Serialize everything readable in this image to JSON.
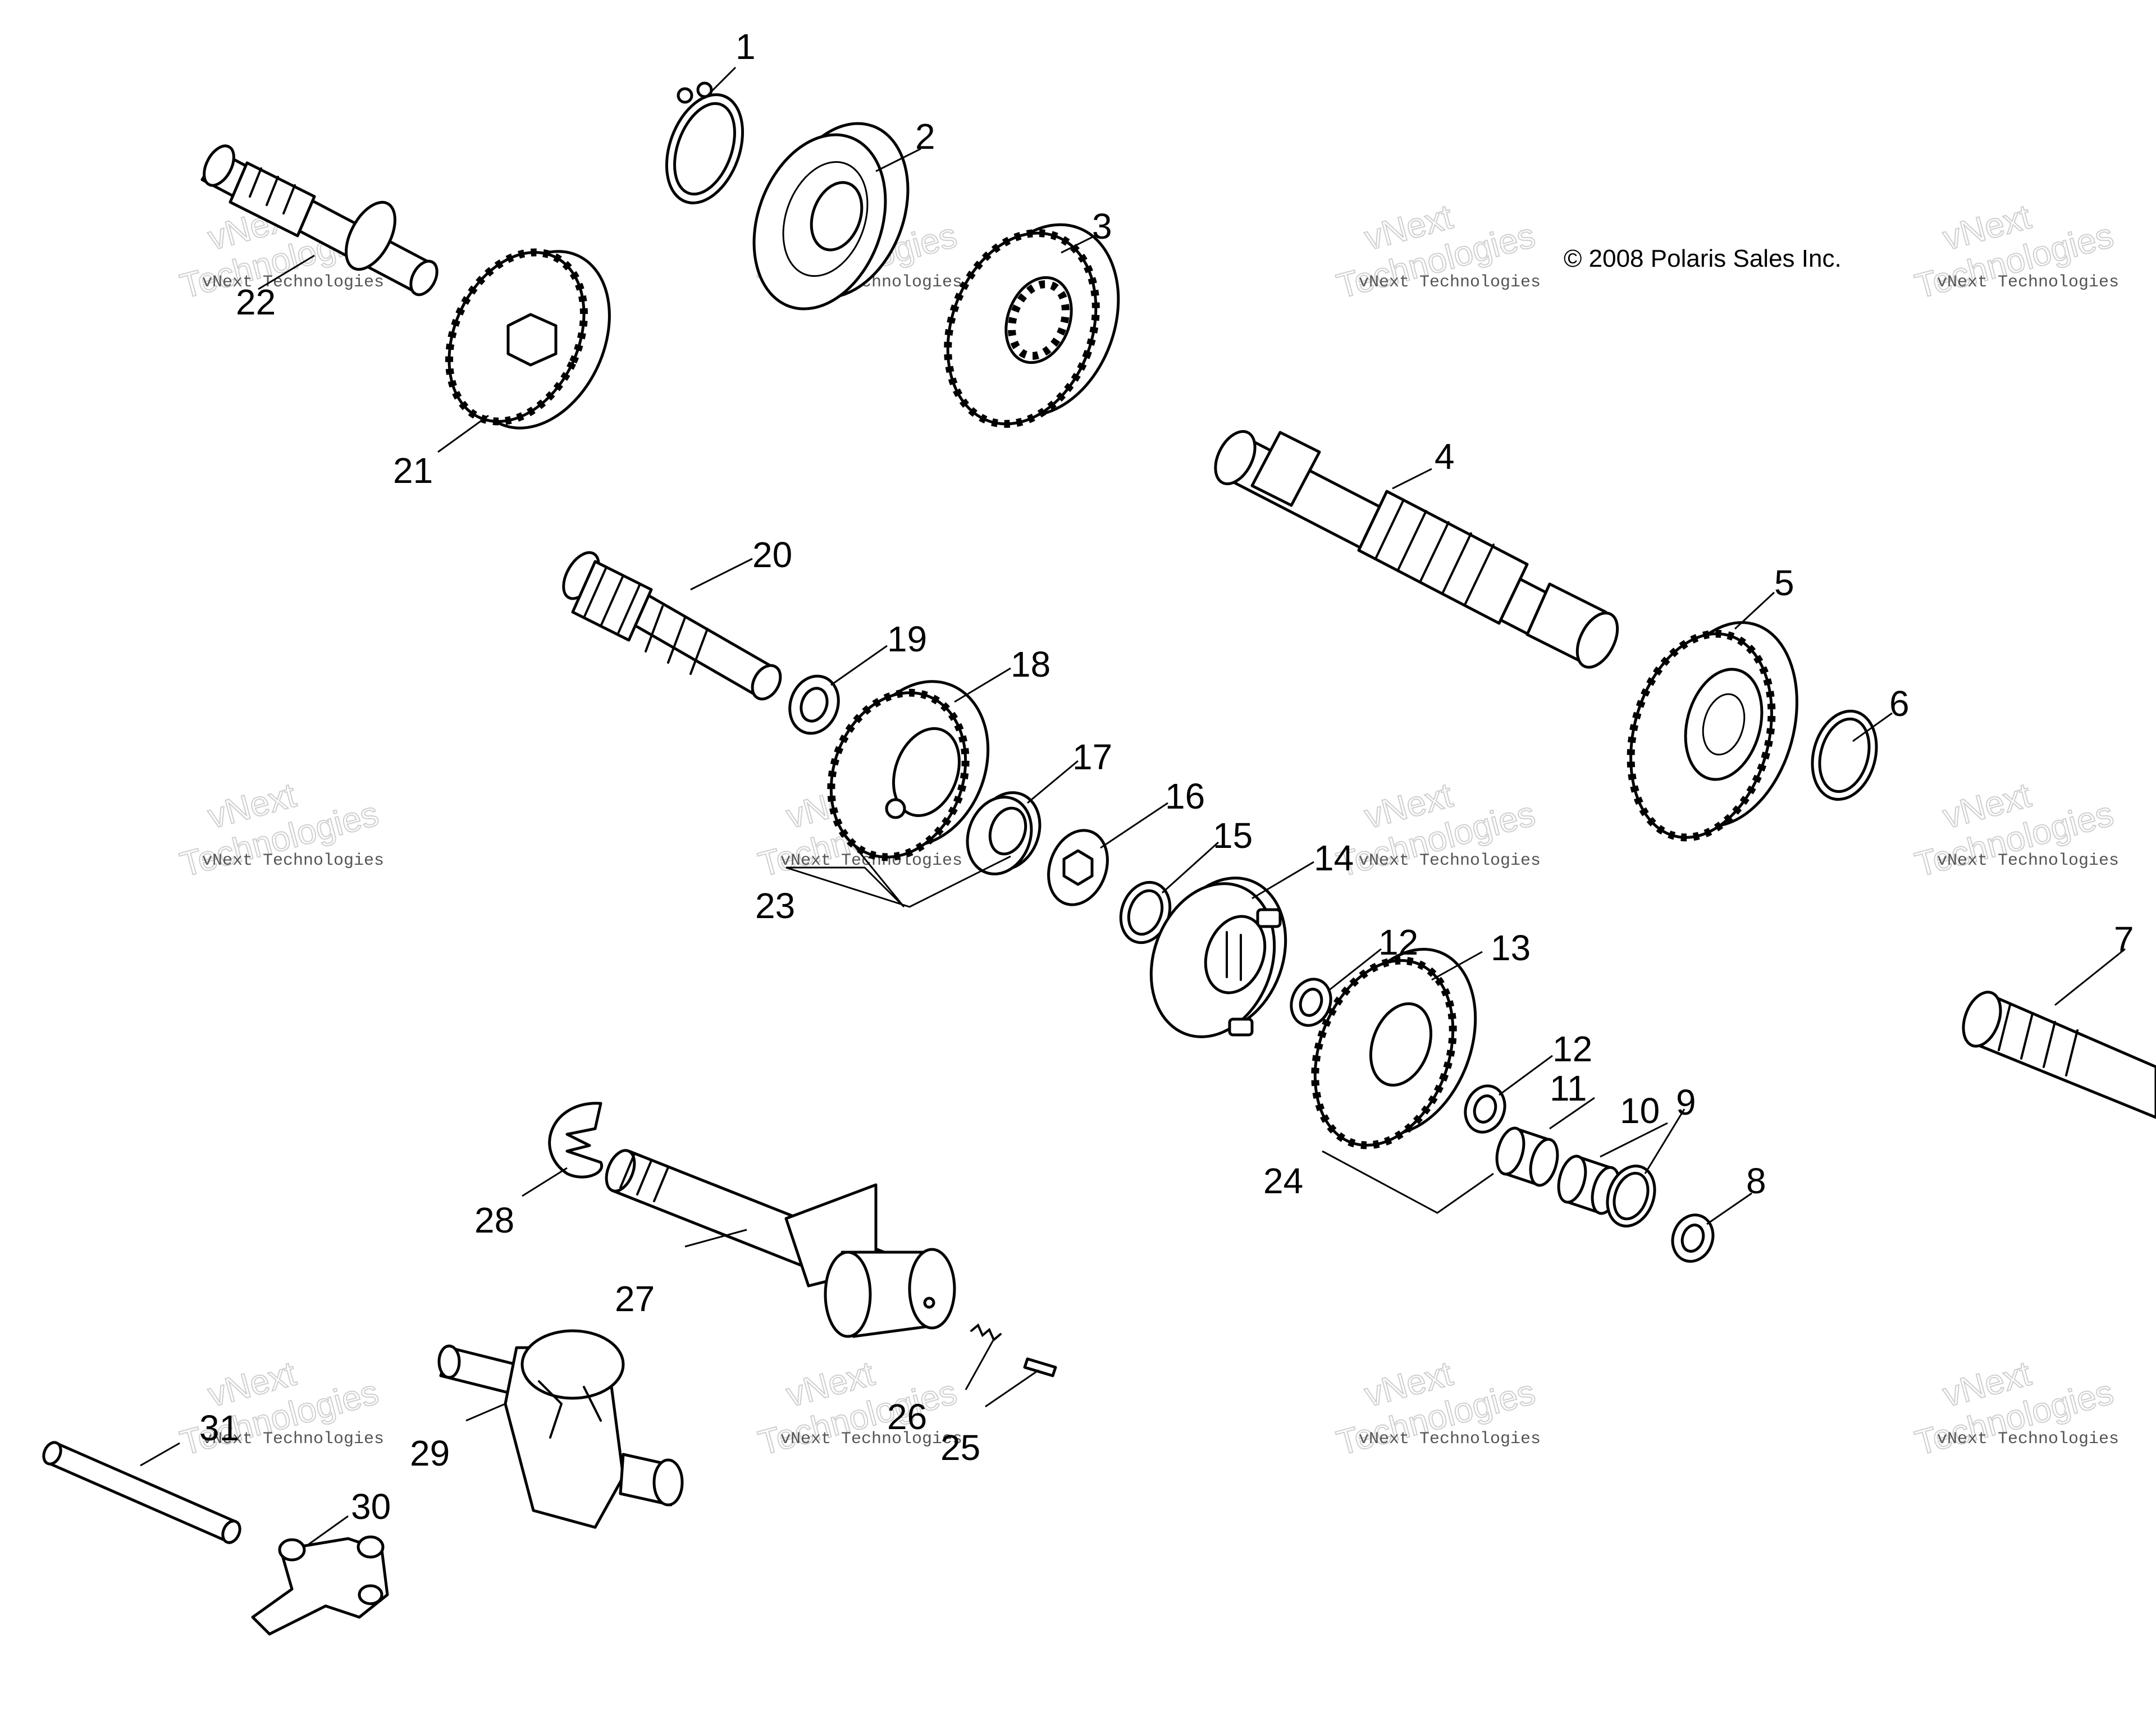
{
  "copyright": "© 2008 Polaris Sales Inc.",
  "watermark": {
    "line1": "vNext",
    "line2": "Technologies",
    "small": "vNext Technologies"
  },
  "callouts": [
    "1",
    "2",
    "3",
    "4",
    "5",
    "6",
    "7",
    "8",
    "9",
    "10",
    "11",
    "12",
    "12",
    "13",
    "14",
    "15",
    "16",
    "17",
    "18",
    "19",
    "20",
    "21",
    "22",
    "23",
    "24",
    "25",
    "26",
    "27",
    "28",
    "29",
    "30",
    "31"
  ]
}
